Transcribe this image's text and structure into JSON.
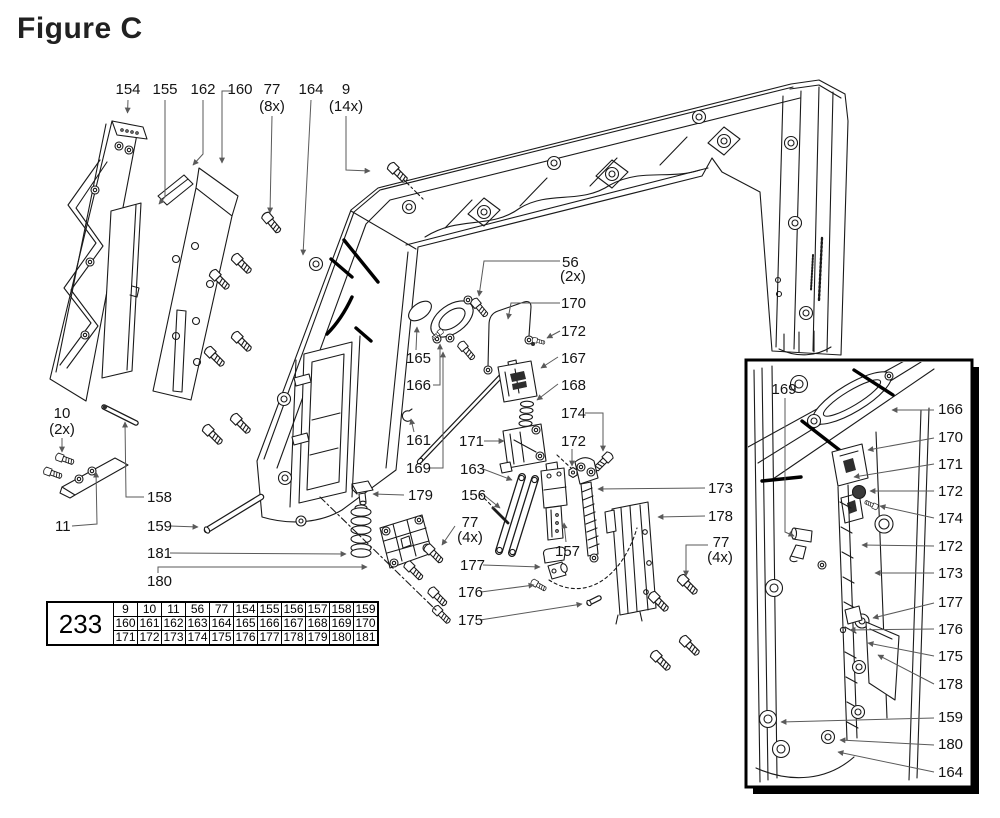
{
  "title": "Figure C",
  "colors": {
    "ink": "#1a1a1a",
    "leader": "#5a5a5a",
    "background": "#ffffff"
  },
  "parts_table": {
    "figure_number": "233",
    "rows": [
      [
        "9",
        "10",
        "11",
        "56",
        "77",
        "154",
        "155",
        "156",
        "157",
        "158",
        "159"
      ],
      [
        "160",
        "161",
        "162",
        "163",
        "164",
        "165",
        "166",
        "167",
        "168",
        "169",
        "170"
      ],
      [
        "171",
        "172",
        "173",
        "174",
        "175",
        "176",
        "177",
        "178",
        "179",
        "180",
        "181"
      ]
    ]
  },
  "callouts": {
    "main": [
      {
        "part": "154"
      },
      {
        "part": "155"
      },
      {
        "part": "162"
      },
      {
        "part": "160"
      },
      {
        "part": "77",
        "qty": "(8x)"
      },
      {
        "part": "164"
      },
      {
        "part": "9",
        "qty": "(14x)"
      },
      {
        "part": "56",
        "qty": "(2x)"
      },
      {
        "part": "170"
      },
      {
        "part": "172"
      },
      {
        "part": "165"
      },
      {
        "part": "167"
      },
      {
        "part": "166"
      },
      {
        "part": "168"
      },
      {
        "part": "161"
      },
      {
        "part": "174"
      },
      {
        "part": "171"
      },
      {
        "part": "172"
      },
      {
        "part": "169"
      },
      {
        "part": "163"
      },
      {
        "part": "179"
      },
      {
        "part": "156"
      },
      {
        "part": "77",
        "qty": "(4x)"
      },
      {
        "part": "157"
      },
      {
        "part": "173"
      },
      {
        "part": "178"
      },
      {
        "part": "77",
        "qty": "(4x)"
      },
      {
        "part": "177"
      },
      {
        "part": "176"
      },
      {
        "part": "175"
      },
      {
        "part": "10",
        "qty": "(2x)"
      },
      {
        "part": "11"
      },
      {
        "part": "158"
      },
      {
        "part": "159"
      },
      {
        "part": "181"
      },
      {
        "part": "180"
      }
    ],
    "inset": [
      {
        "part": "169"
      },
      {
        "part": "166"
      },
      {
        "part": "170"
      },
      {
        "part": "171"
      },
      {
        "part": "172"
      },
      {
        "part": "174"
      },
      {
        "part": "172"
      },
      {
        "part": "173"
      },
      {
        "part": "177"
      },
      {
        "part": "176"
      },
      {
        "part": "175"
      },
      {
        "part": "178"
      },
      {
        "part": "159"
      },
      {
        "part": "180"
      },
      {
        "part": "164"
      }
    ]
  }
}
